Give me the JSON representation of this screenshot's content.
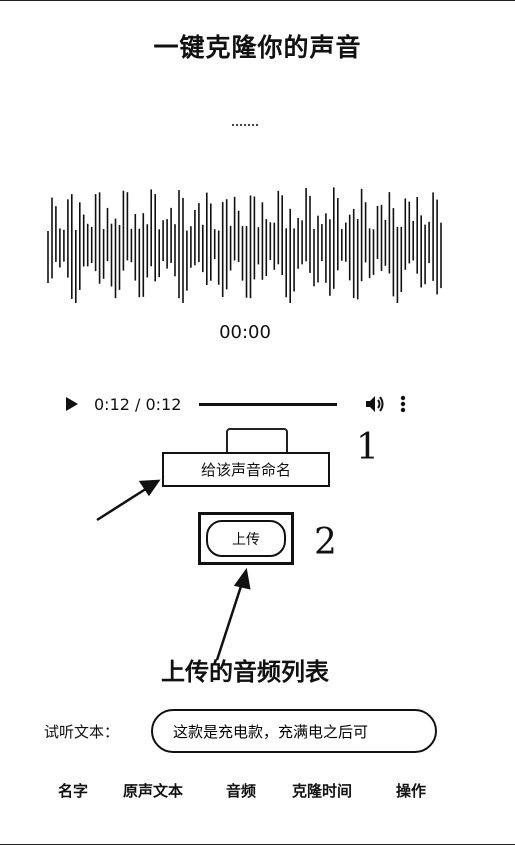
{
  "page": {
    "title": "一键克隆你的声音"
  },
  "waveform": {
    "time": "00:00"
  },
  "audio_player": {
    "time": "0:12 / 0:12",
    "progress": 1.0,
    "play_icon": "play-icon",
    "volume_icon": "volume-icon",
    "more_icon": "more-vert-icon"
  },
  "name_field": {
    "placeholder": "给该声音命名"
  },
  "upload": {
    "label": "上传"
  },
  "annotations": {
    "mark_1": "1",
    "mark_2": "2"
  },
  "list": {
    "heading": "上传的音频列表"
  },
  "sample_text": {
    "label": "试听文本：",
    "value": "这款是充电款，充满电之后可"
  },
  "table": {
    "columns": [
      "名字",
      "原声文本",
      "音频",
      "克隆时间",
      "操作"
    ]
  }
}
